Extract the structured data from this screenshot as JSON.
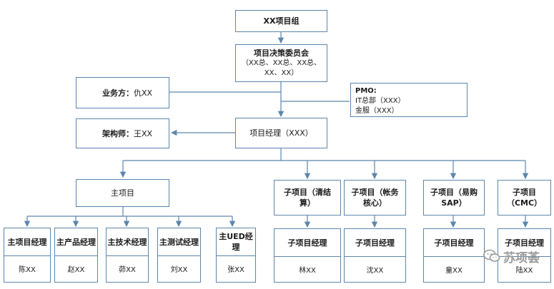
{
  "colors": {
    "line": "#5b86ad",
    "border": "#5b86ad",
    "text": "#1a1a1a",
    "watermark": "#9a9a9a"
  },
  "top": {
    "title": "XX项目组"
  },
  "committee": {
    "title": "项目决策委员会",
    "members_line1": "（XX总、XX总、XX总、",
    "members_line2": "XX、XX）"
  },
  "business": {
    "label": "业务方：",
    "name": "仇XX"
  },
  "architect": {
    "label": "架构师：",
    "name": "王XX"
  },
  "pmo": {
    "title": "PMO:",
    "line1": "IT总部（XXX）",
    "line2": "金服（XXX）"
  },
  "pm": {
    "title": "项目经理（XXX）"
  },
  "main_project": {
    "title": "主项目"
  },
  "main_roles": [
    {
      "title": "主项目经理",
      "name": "陈XX"
    },
    {
      "title": "主产品经理",
      "name": "赵XX"
    },
    {
      "title": "主技术经理",
      "name": "茆XX"
    },
    {
      "title": "主测试经理",
      "name": "刘XX"
    },
    {
      "title": "主UED经理",
      "name": "张XX"
    }
  ],
  "sub_projects": [
    {
      "title_line1": "子项目（清结",
      "title_line2": "算）",
      "role": "子项目经理",
      "name": "林XX"
    },
    {
      "title_line1": "子项目（帐务",
      "title_line2": "核心）",
      "role": "子项目经理",
      "name": "沈XX"
    },
    {
      "title_line1": "子项目（易购",
      "title_line2": "SAP）",
      "role": "子项目经理",
      "name": "童XX"
    },
    {
      "title_line1": "子项目",
      "title_line2": "（CMC）",
      "role": "子项目经理",
      "name": "陆XX"
    }
  ],
  "watermark": {
    "text": "苏项荟",
    "icon": "wechat-icon"
  }
}
